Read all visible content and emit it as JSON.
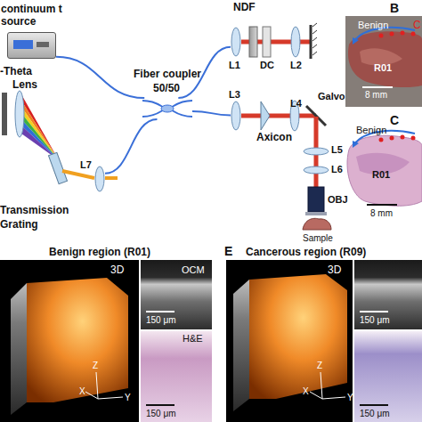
{
  "diagram": {
    "nodes": [
      {
        "text": [
          "continuum t source"
        ]
      },
      {
        "text": [
          "Fiber coupler",
          "50/50"
        ]
      },
      {
        "text": [
          "L1"
        ]
      },
      {
        "text": [
          "L3"
        ]
      },
      {
        "text": [
          "L7"
        ]
      }
    ],
    "edges": [
      {
        "from": 0,
        "to": 1,
        "arrow": "none"
      },
      {
        "from": 1,
        "to": 2,
        "arrow": "none"
      },
      {
        "from": 1,
        "to": 3,
        "arrow": "none"
      },
      {
        "from": 1,
        "to": 4,
        "arrow": "none"
      }
    ],
    "labels": [
      "NDF",
      "-Theta",
      "Lens",
      "DC",
      "L2",
      "B",
      "Benign",
      "C",
      "R01",
      "8 mm",
      "L4",
      "Galvo",
      "Axicon",
      "C",
      "Benign",
      "L5",
      "L6",
      "OBJ",
      "R01",
      "Transmission",
      "Grating",
      "Sample",
      "8 mm",
      "Benign region (R01)",
      "E",
      "Cancerous region (R09)",
      "3D",
      "OCM",
      "150 μm",
      "H&E",
      "150 μm",
      "3D",
      "150 μm",
      "150 μm",
      "X",
      "Y",
      "Z",
      "X",
      "Y",
      "Z"
    ]
  }
}
